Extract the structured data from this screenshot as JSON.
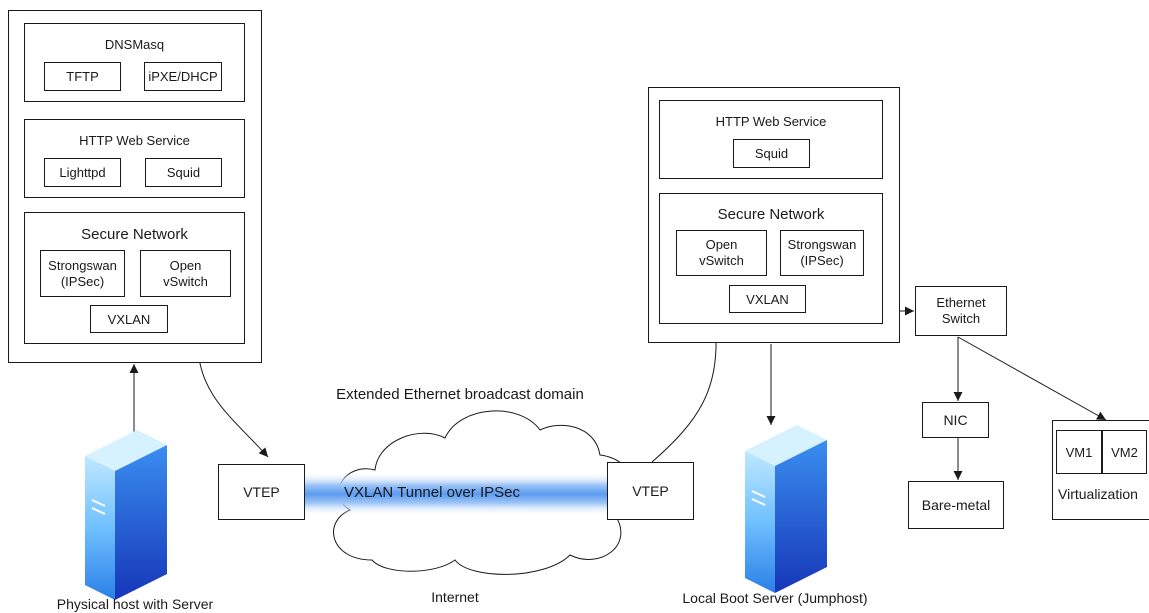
{
  "left_server": {
    "dnsmasq": {
      "title": "DNSMasq",
      "tftp": "TFTP",
      "ipxe": "iPXE/DHCP"
    },
    "http": {
      "title": "HTTP  Web Service",
      "lighttpd": "Lighttpd",
      "squid": "Squid"
    },
    "secure": {
      "title": "Secure Network",
      "strongswan": "Strongswan\n(IPSec)",
      "ovs": "Open\nvSwitch",
      "vxlan": "VXLAN"
    }
  },
  "right_server": {
    "http": {
      "title": "HTTP  Web Service",
      "squid": "Squid"
    },
    "secure": {
      "title": "Secure Network",
      "ovs": "Open\nvSwitch",
      "strongswan": "Strongswan\n(IPSec)",
      "vxlan": "VXLAN"
    }
  },
  "network": {
    "domain_label": "Extended Ethernet broadcast domain",
    "vtep_left": "VTEP",
    "vtep_right": "VTEP",
    "tunnel_label": "VXLAN Tunnel over IPSec",
    "internet_label": "Internet"
  },
  "ethernet_switch": "Ethernet\nSwitch",
  "nic": "NIC",
  "bare_metal": "Bare-metal",
  "virtualization": {
    "vm1": "VM1",
    "vm2": "VM2",
    "label": "Virtualization"
  },
  "captions": {
    "physical_host": "Physical host with Server",
    "local_boot": "Local Boot Server (Jumphost)"
  },
  "colors": {
    "server_light": "#7fd0ff",
    "server_mid": "#2a7fe6",
    "server_dark": "#1947c9",
    "tunnel": "#5b9bf0"
  }
}
